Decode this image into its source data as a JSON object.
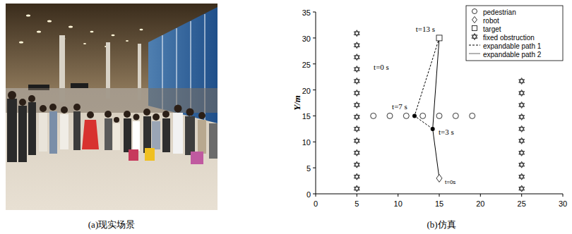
{
  "diagram": {
    "labels": [
      "(a)现实场景",
      "(b)仿真",
      "Y/m",
      "0",
      "5",
      "10",
      "15",
      "20",
      "25",
      "30",
      "0",
      "5",
      "10",
      "15",
      "20",
      "25",
      "30",
      "35",
      "t=13 s",
      "t=0 s",
      "t=7 s",
      "t=3 s",
      "t=0s"
    ],
    "legend": [
      {
        "text": "pedestrian"
      },
      {
        "text": "robot"
      },
      {
        "text": "target"
      },
      {
        "text": "fixed obstruction"
      },
      {
        "text": "expandable path 1"
      },
      {
        "text": "expandable path 2"
      }
    ]
  }
}
